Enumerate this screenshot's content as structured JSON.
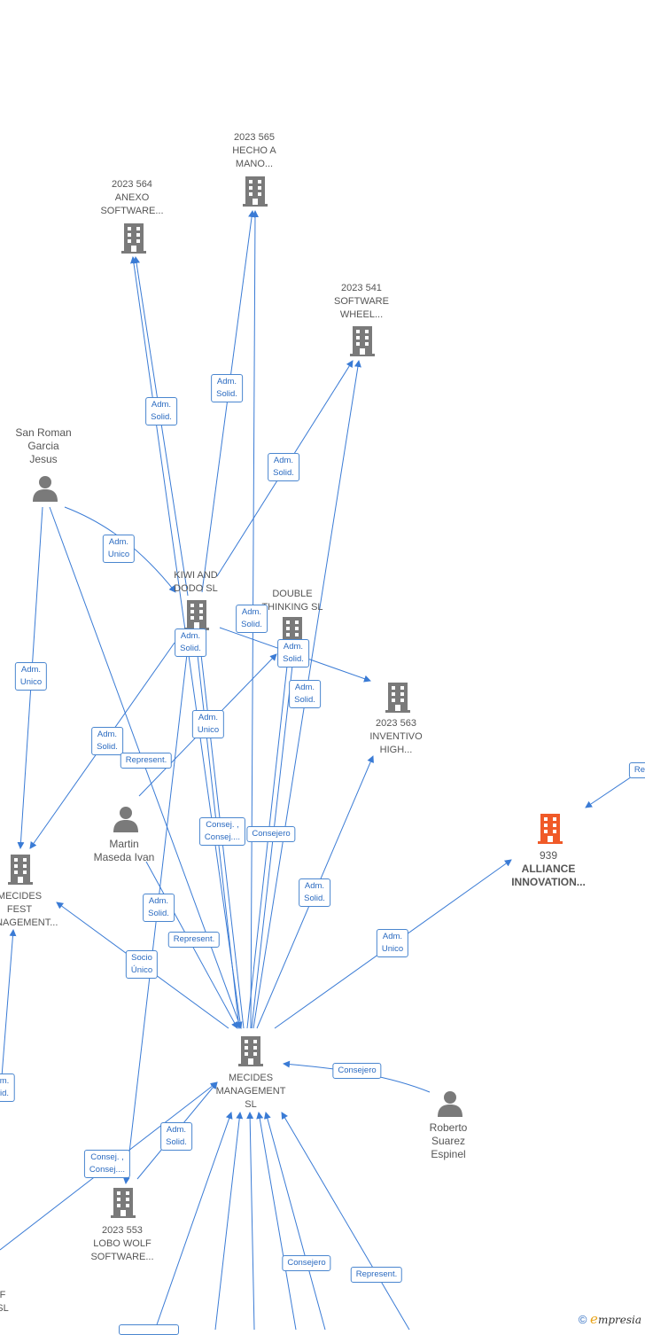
{
  "colors": {
    "edge": "#3a7bd5",
    "building": "#7a7a7a",
    "building_highlight": "#f05a28",
    "person": "#7a7a7a"
  },
  "nodes": {
    "hecho_a_mano": {
      "lines": [
        "2023 565",
        "HECHO A",
        "MANO..."
      ],
      "icon": "building-icon"
    },
    "anexo": {
      "lines": [
        "2023 564",
        "ANEXO",
        "SOFTWARE..."
      ],
      "icon": "building-icon"
    },
    "wheel": {
      "lines": [
        "2023 541",
        "SOFTWARE",
        "WHEEL..."
      ],
      "icon": "building-icon"
    },
    "san_roman": {
      "lines": [
        "San Roman",
        "Garcia",
        "Jesus"
      ],
      "icon": "person-icon"
    },
    "kiwi": {
      "lines": [
        "KIWI AND",
        "DODO  SL"
      ],
      "icon": "building-icon"
    },
    "double": {
      "lines": [
        "DOUBLE",
        "THINKING SL"
      ],
      "icon": "building-icon"
    },
    "inventivo": {
      "lines": [
        "2023 563",
        "INVENTIVO",
        "HIGH..."
      ],
      "icon": "building-icon"
    },
    "alliance": {
      "lines": [
        "939",
        "ALLIANCE",
        "INNOVATION..."
      ],
      "icon": "building-icon"
    },
    "martin": {
      "lines": [
        "Martin",
        "Maseda Ivan"
      ],
      "icon": "person-icon"
    },
    "fest": {
      "lines": [
        "MECIDES",
        "FEST",
        "MANAGEMENT..."
      ],
      "icon": "building-icon"
    },
    "mecides": {
      "lines": [
        "MECIDES",
        "MANAGEMENT",
        "SL"
      ],
      "icon": "building-icon"
    },
    "roberto": {
      "lines": [
        "Roberto",
        "Suarez",
        "Espinel"
      ],
      "icon": "person-icon"
    },
    "lobo": {
      "lines": [
        "2023 553",
        "LOBO WOLF",
        "SOFTWARE..."
      ],
      "icon": "building-icon"
    },
    "offscreen": {
      "lines": [
        "F",
        "SL"
      ]
    }
  },
  "edge_labels": {
    "e1": [
      "Adm.",
      "Solid."
    ],
    "e2": [
      "Adm.",
      "Solid."
    ],
    "e3": [
      "Adm.",
      "Solid."
    ],
    "e4": [
      "Adm.",
      "Unico"
    ],
    "e5": [
      "Adm.",
      "Solid."
    ],
    "e6": [
      "Adm.",
      "Unico"
    ],
    "e7": [
      "Adm.",
      "Solid."
    ],
    "e8": [
      "Adm.",
      "Solid."
    ],
    "e9": [
      "Adm.",
      "Solid."
    ],
    "e10": [
      "Adm.",
      "Solid."
    ],
    "e11": [
      "Represent."
    ],
    "e12": [
      "Adm.",
      "Unico"
    ],
    "e13": [
      "Consej. ,",
      "Consej...."
    ],
    "e14": [
      "Consejero"
    ],
    "e15": [
      "Adm.",
      "Solid."
    ],
    "e16": [
      "Adm.",
      "Solid."
    ],
    "e17": [
      "Represent."
    ],
    "e18": [
      "Socio",
      "Único"
    ],
    "e19": [
      "Adm.",
      "Unico"
    ],
    "e20": [
      "Consejero"
    ],
    "e21": [
      "Adm.",
      "Solid."
    ],
    "e22": [
      "Consej. ,",
      "Consej...."
    ],
    "e23": [
      "Consejero"
    ],
    "e24": [
      "Represent."
    ],
    "e25": [
      "Re"
    ],
    "e26": [
      "m.",
      "id."
    ]
  },
  "footer": {
    "copyright": "©",
    "brand_e": "e",
    "brand_rest": "mpresia"
  }
}
